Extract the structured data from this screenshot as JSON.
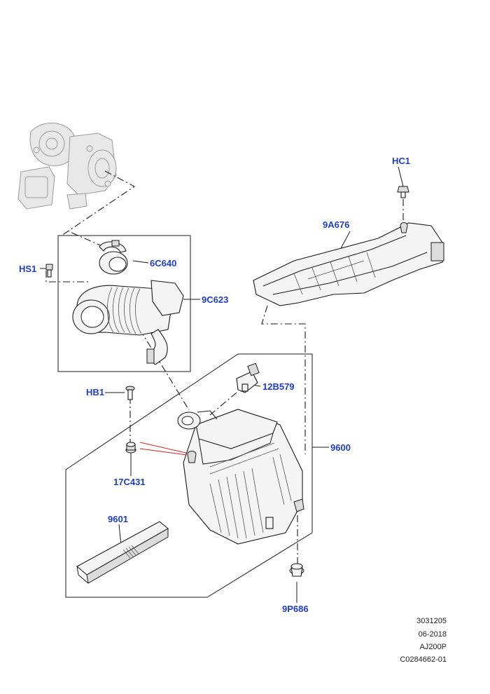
{
  "labels": {
    "hc1": "HC1",
    "p9a676": "9A676",
    "hs1": "HS1",
    "p6c640": "6C640",
    "p9c623": "9C623",
    "hb1": "HB1",
    "p12b579": "12B579",
    "p9600": "9600",
    "p17c431": "17C431",
    "p9601": "9601",
    "p9p686": "9P686"
  },
  "reference": {
    "line1": "3031205",
    "line2": "06-2018",
    "line3": "AJ200P",
    "line4": "C0284662-01"
  },
  "colors": {
    "callout": "#1f3ec7",
    "line": "#1a1a1a",
    "leader_red": "#d62020"
  }
}
